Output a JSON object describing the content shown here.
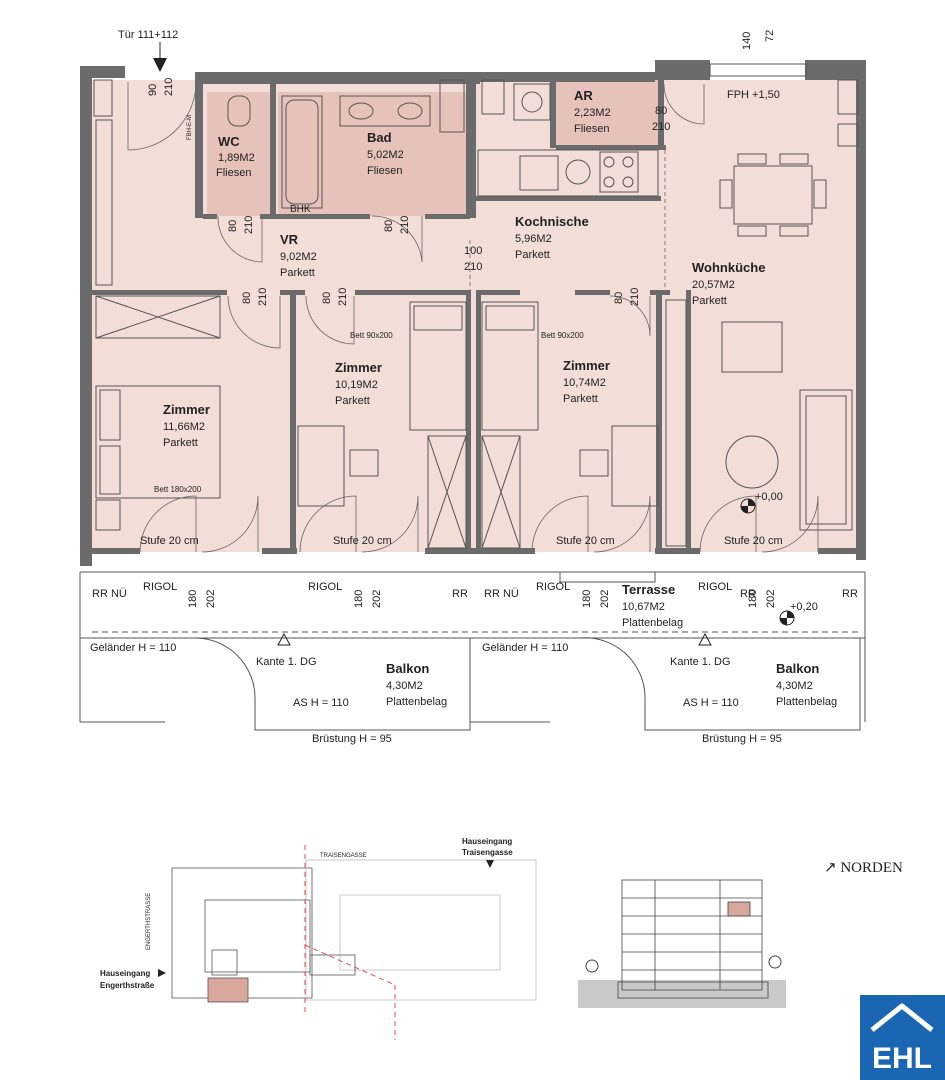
{
  "door_label": "Tür 111+112",
  "top_dims": {
    "a": "140",
    "b": "72"
  },
  "fph": "FPH +1,50",
  "fbh": "FBH-E-M",
  "bhk": "BHK",
  "rooms": {
    "wc": {
      "name": "WC",
      "area": "1,89M2",
      "floor": "Fliesen"
    },
    "bad": {
      "name": "Bad",
      "area": "5,02M2",
      "floor": "Fliesen"
    },
    "ar": {
      "name": "AR",
      "area": "2,23M2",
      "floor": "Fliesen"
    },
    "vr": {
      "name": "VR",
      "area": "9,02M2",
      "floor": "Parkett"
    },
    "kochnische": {
      "name": "Kochnische",
      "area": "5,96M2",
      "floor": "Parkett"
    },
    "wohnkueche": {
      "name": "Wohnküche",
      "area": "20,57M2",
      "floor": "Parkett"
    },
    "zimmer1": {
      "name": "Zimmer",
      "area": "11,66M2",
      "floor": "Parkett"
    },
    "zimmer2": {
      "name": "Zimmer",
      "area": "10,19M2",
      "floor": "Parkett"
    },
    "zimmer3": {
      "name": "Zimmer",
      "area": "10,74M2",
      "floor": "Parkett"
    },
    "terrasse": {
      "name": "Terrasse",
      "area": "10,67M2",
      "floor": "Plattenbelag"
    },
    "balkon1": {
      "name": "Balkon",
      "area": "4,30M2",
      "floor": "Plattenbelag"
    },
    "balkon2": {
      "name": "Balkon",
      "area": "4,30M2",
      "floor": "Plattenbelag"
    }
  },
  "beds": {
    "double": "Bett 180x200",
    "single": "Bett 90x200"
  },
  "door_dims": {
    "entry": [
      "90",
      "210"
    ],
    "d80": "80",
    "d210": "210",
    "d100": "100"
  },
  "stufe": "Stufe 20 cm",
  "rigol": "RIGOL",
  "rr_nu": "RR NÜ",
  "rr": "RR",
  "sill": {
    "a": "180",
    "b": "202"
  },
  "gelaender": "Geländer H = 110",
  "kante": "Kante 1. DG",
  "as_h": "AS H = 110",
  "bruestung": "Brüstung H = 95",
  "levels": {
    "l0": "+0,00",
    "l1": "+0,20"
  },
  "site": {
    "traisengasse": "TRAISENGASSE",
    "engerthstrasse": "ENGERTHSTRASSE",
    "entrance_traisen": [
      "Hauseingang",
      "Traisengasse"
    ],
    "entrance_engerth": [
      "Hauseingang",
      "Engerthstraße"
    ],
    "norden": "↗ NORDEN"
  },
  "logo": "EHL",
  "colors": {
    "floor": "#f2ddd7",
    "wet": "#e6c2ba",
    "wall": "#6b6b6b",
    "highlight": "#d8a79c",
    "logo": "#1a66b2"
  }
}
